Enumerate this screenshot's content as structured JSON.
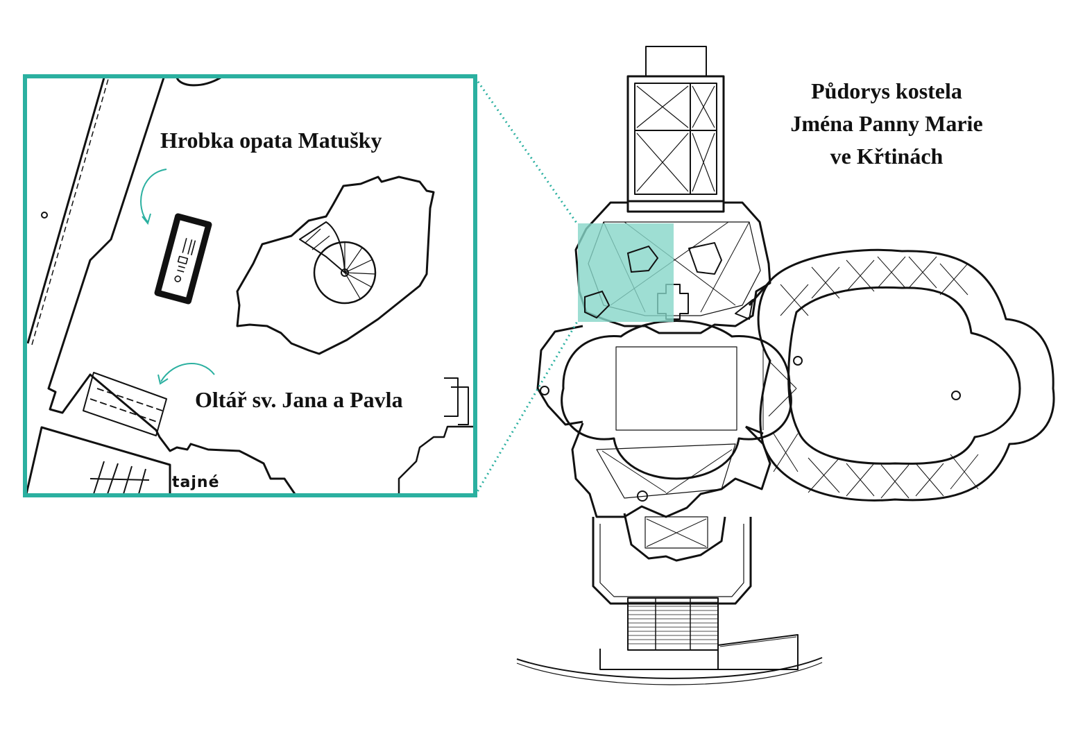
{
  "title": {
    "line1": "Půdorys kostela",
    "line2": "Jména Panny Marie",
    "line3": "ve Křtinách"
  },
  "inset": {
    "tomb_label": "Hrobka opata Matušky",
    "altar_label": "Oltář sv. Jana a Pavla",
    "secret_label": "tajné"
  },
  "colors": {
    "accent": "#2bb0a0",
    "highlight": "#86d6c8",
    "line": "#111111"
  },
  "icons": [
    "curved-arrow-icon",
    "curved-arrow-icon"
  ]
}
